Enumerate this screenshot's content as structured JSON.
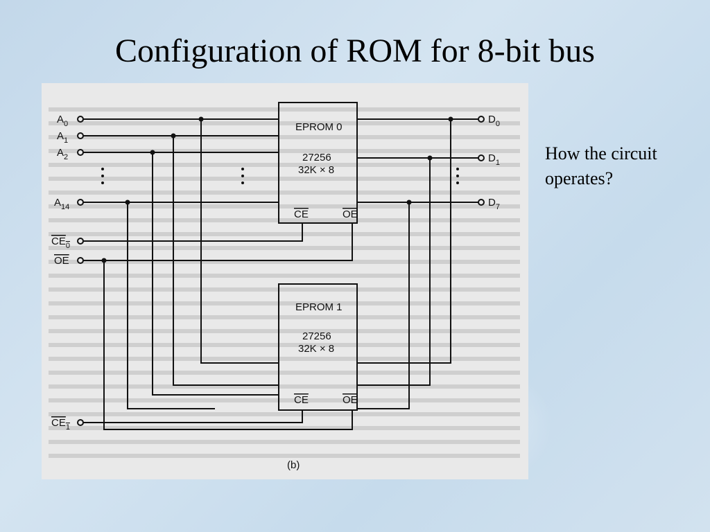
{
  "slide": {
    "title": "Configuration of ROM for 8-bit bus",
    "side_note": "How the circuit operates?"
  },
  "diagram": {
    "inputs": {
      "a0": "A",
      "a0_sub": "0",
      "a1": "A",
      "a1_sub": "1",
      "a2": "A",
      "a2_sub": "2",
      "a14": "A",
      "a14_sub": "14",
      "ce0": "CE",
      "ce0_sub": "0",
      "oe": "OE",
      "ce1": "CE",
      "ce1_sub": "1"
    },
    "outputs": {
      "d0": "D",
      "d0_sub": "0",
      "d1": "D",
      "d1_sub": "1",
      "d7": "D",
      "d7_sub": "7"
    },
    "chip0": {
      "name": "EPROM 0",
      "part": "27256",
      "size": "32K × 8",
      "ce": "CE",
      "oe": "OE"
    },
    "chip1": {
      "name": "EPROM 1",
      "part": "27256",
      "size": "32K × 8",
      "ce": "CE",
      "oe": "OE"
    },
    "caption": "(b)"
  }
}
